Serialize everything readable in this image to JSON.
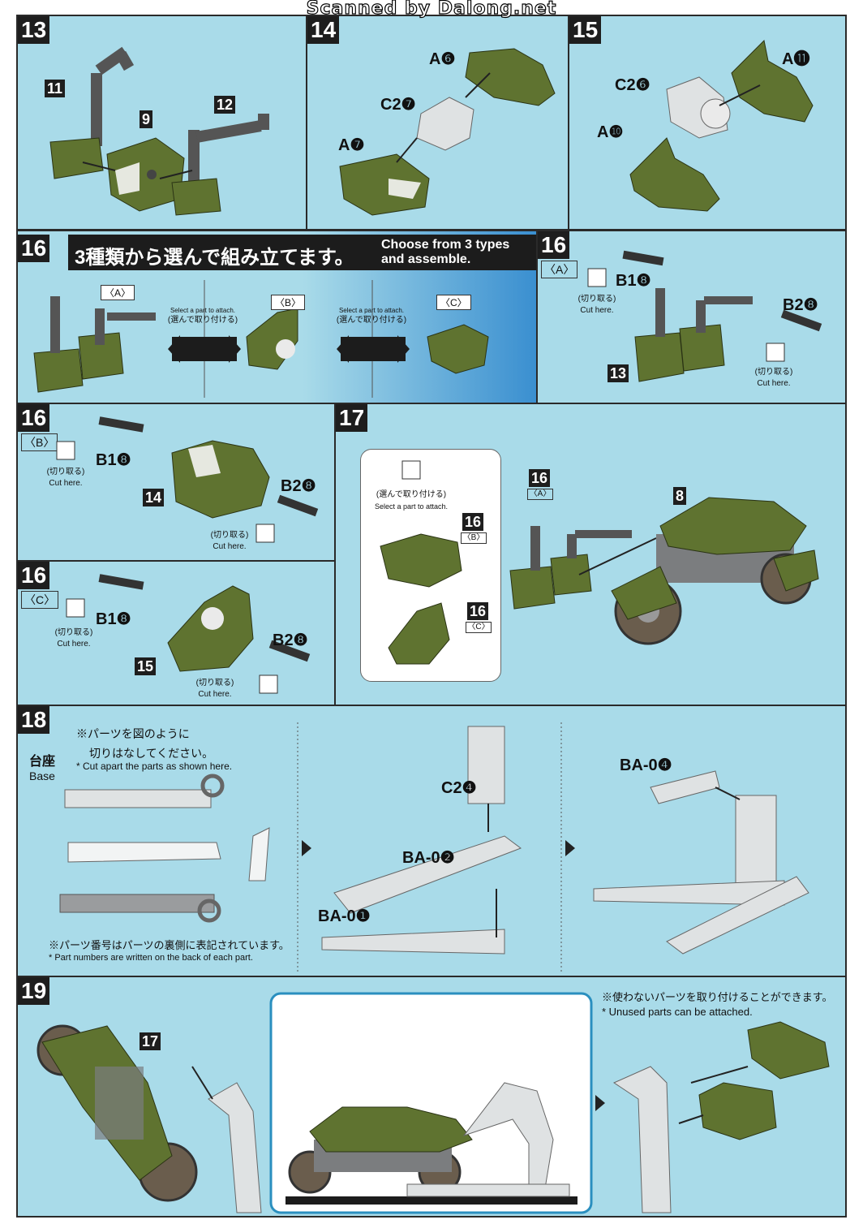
{
  "header": {
    "scan_credit": "Scanned by Dalong.net"
  },
  "steps": {
    "s13": {
      "num": "13",
      "parts": [
        "11",
        "9",
        "12"
      ]
    },
    "s14": {
      "num": "14",
      "labels": [
        "A❻",
        "C2❼",
        "A❼"
      ]
    },
    "s15": {
      "num": "15",
      "labels": [
        "C2❻",
        "A⓫",
        "A❿"
      ]
    },
    "s16": {
      "num": "16",
      "jp": "3種類から選んで組み立てます。",
      "en_line1": "Choose from 3 types",
      "en_line2": "and assemble.",
      "opt_a": "〈A〉",
      "opt_b": "〈B〉",
      "opt_c": "〈C〉",
      "select_en": "Select a part to attach.",
      "select_jp": "(選んで取り付ける)"
    },
    "s16a": {
      "num": "16",
      "sub": "〈A〉",
      "cut_jp": "(切り取る)",
      "cut_en": "Cut here.",
      "b1": "B1❽",
      "b2": "B2❽",
      "part": "13"
    },
    "s16b": {
      "num": "16",
      "sub": "〈B〉",
      "cut_jp": "(切り取る)",
      "cut_en": "Cut here.",
      "b1": "B1❽",
      "b2": "B2❽",
      "part": "14"
    },
    "s16c": {
      "num": "16",
      "sub": "〈C〉",
      "cut_jp": "(切り取る)",
      "cut_en": "Cut here.",
      "b1": "B1❽",
      "b2": "B2❽",
      "part": "15"
    },
    "s17": {
      "num": "17",
      "select_jp": "(選んで取り付ける)",
      "select_en": "Select a part to attach.",
      "tag_a": "16",
      "tag_a_sub": "〈A〉",
      "tag_b": "16",
      "tag_b_sub": "〈B〉",
      "tag_c": "16",
      "tag_c_sub": "〈C〉",
      "part": "8"
    },
    "s18": {
      "num": "18",
      "base_jp": "台座",
      "base_en": "Base",
      "note1_jp_1": "※パーツを図のように",
      "note1_jp_2": "切りはなしてください。",
      "note1_en": "* Cut apart the parts as shown here.",
      "note2_jp": "※パーツ番号はパーツの裏側に表記されています。",
      "note2_en": "* Part numbers are written on the back of each part.",
      "c2": "C2❹",
      "ba2": "BA-0❷",
      "ba1": "BA-0❶",
      "ba4": "BA-0❹"
    },
    "s19": {
      "num": "19",
      "part": "17",
      "note_jp": "※使わないパーツを取り付けることができます。",
      "note_en": "* Unused parts can be attached."
    }
  },
  "colors": {
    "panel_bg": "#a9dbe9",
    "olive": "#5f7330",
    "gray_part": "#7b7d7f",
    "light_part": "#dfe2e3"
  }
}
